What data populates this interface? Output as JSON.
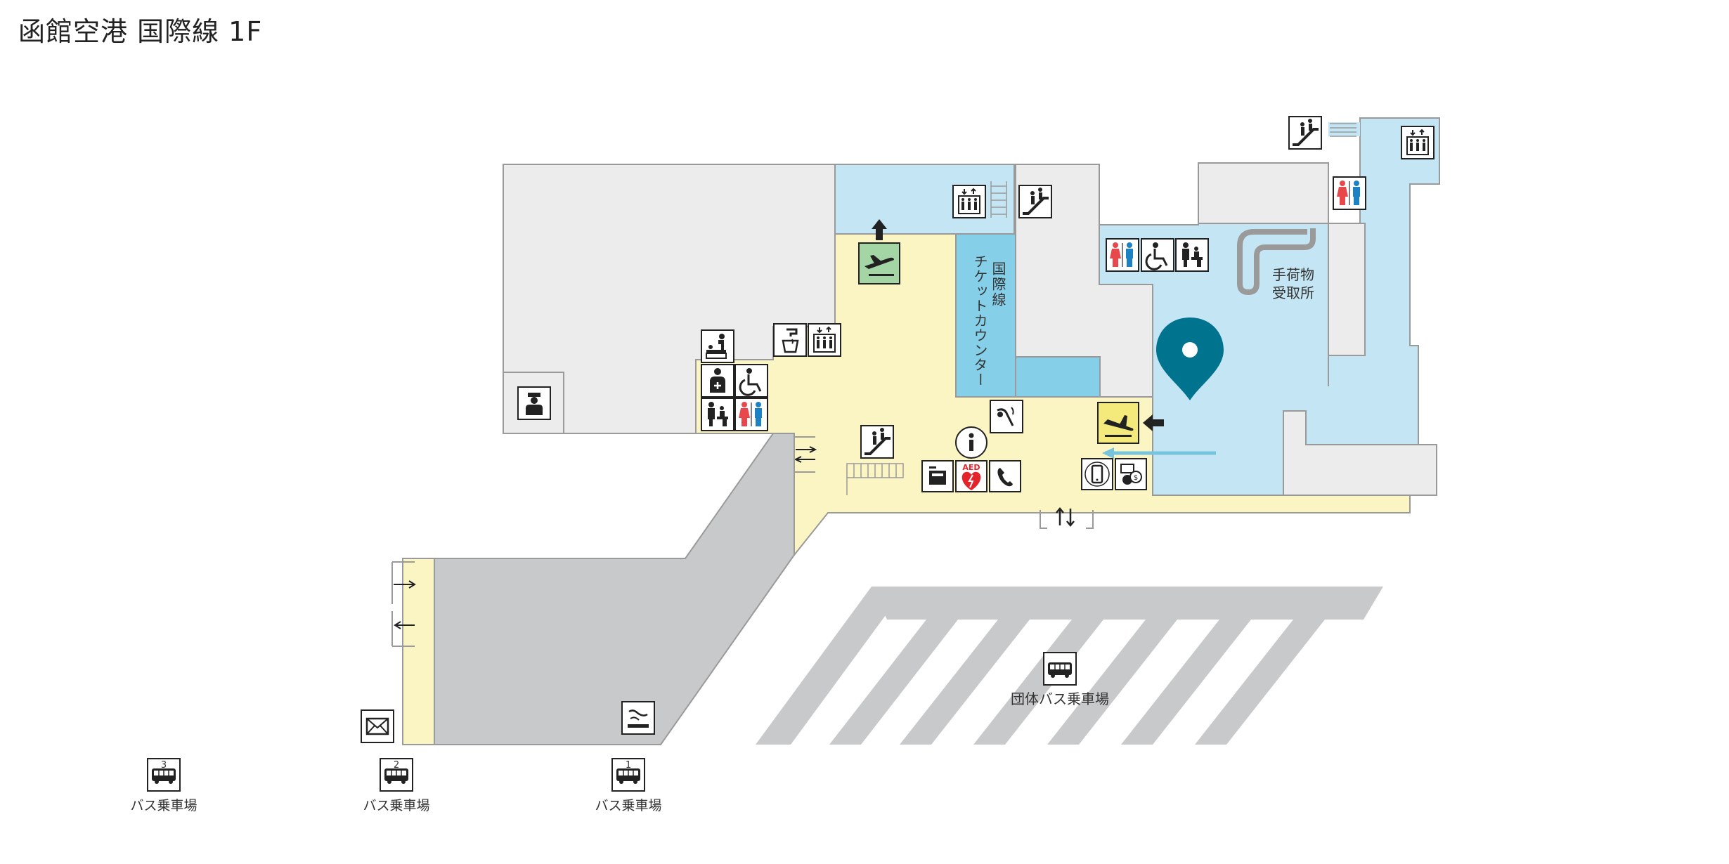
{
  "title": "函館空港 国際線 1F",
  "colors": {
    "gray_room": "#ececec",
    "gray_dark": "#c8c9ca",
    "light_blue": "#c4e6f4",
    "blue_counter": "#85cfe8",
    "cream": "#faf5c2",
    "outline": "#9a9a9a",
    "pin": "#00738f",
    "arrival_sign": "#f4ea7c",
    "departure_sign": "#a4d6a5",
    "aed_red": "#e3242b",
    "women_red": "#e8474c",
    "men_blue": "#1d82c4"
  },
  "labels": {
    "ticket_counter_line1": "国際線",
    "ticket_counter_line2": "チケットカウンター",
    "baggage_line1": "手荷物",
    "baggage_line2": "受取所",
    "group_bus": "団体バス乗車場",
    "aed": "AED"
  },
  "bus_stops": [
    {
      "number": "3",
      "label": "バス乗車場"
    },
    {
      "number": "2",
      "label": "バス乗車場"
    },
    {
      "number": "1",
      "label": "バス乗車場"
    }
  ],
  "icons": [
    "police-icon",
    "baby-care-icon",
    "first-aid-room-icon",
    "wheelchair-icon",
    "family-restroom-icon",
    "restroom-icon",
    "water-fountain-icon",
    "elevator-icon",
    "departure-icon",
    "escalator-icon",
    "information-icon",
    "aed-icon",
    "telephone-icon",
    "coin-locker-icon",
    "drinking-fountain-icon",
    "arrival-icon",
    "smartphone-charging-icon",
    "currency-exchange-icon",
    "smoking-area-icon",
    "postbox-icon",
    "bus-icon",
    "location-pin-icon"
  ]
}
